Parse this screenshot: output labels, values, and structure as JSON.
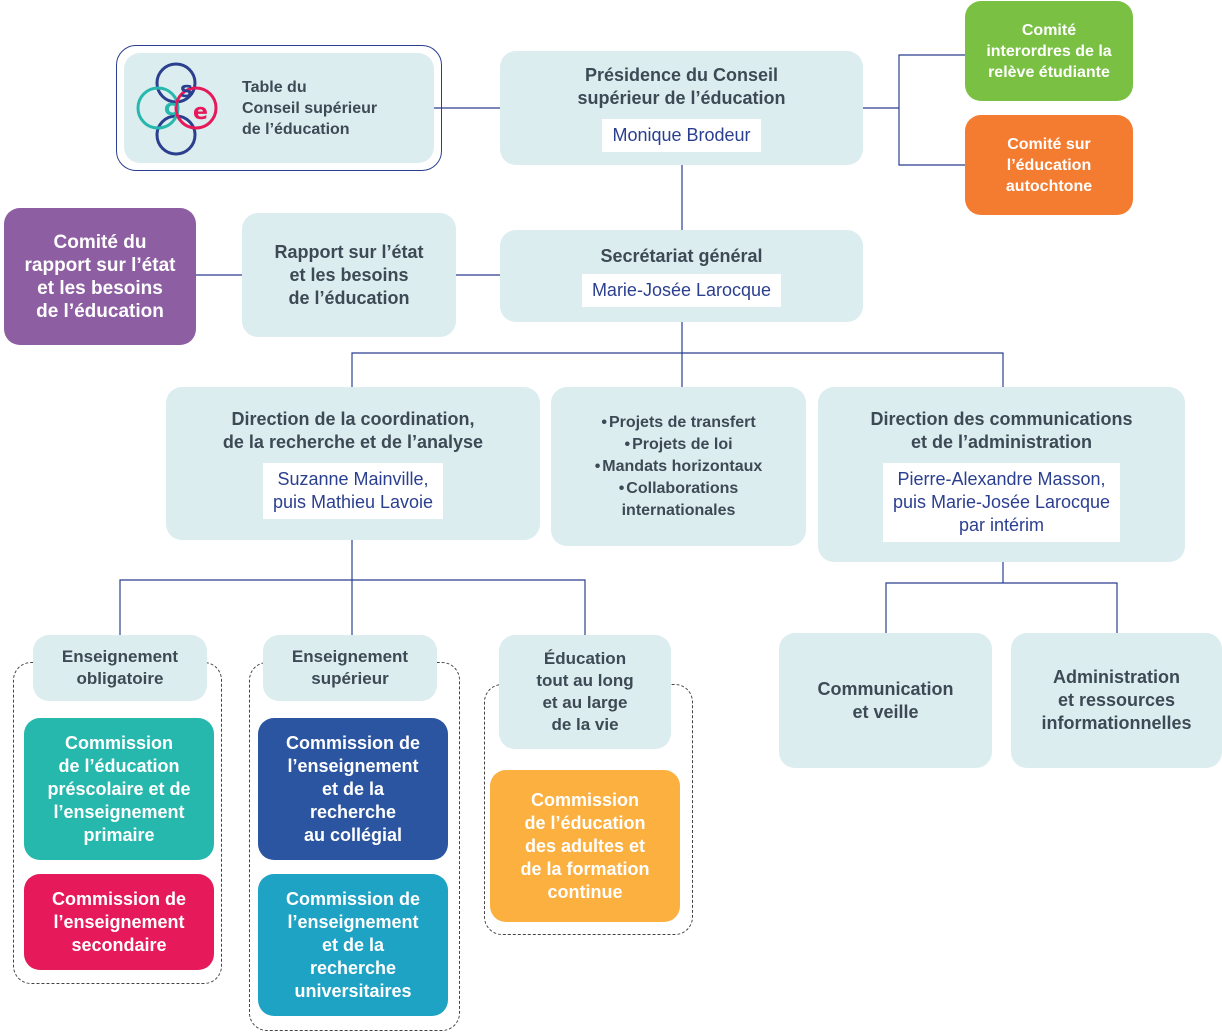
{
  "presidence": {
    "title": "Présidence du Conseil\nsupérieur de l’éducation",
    "name": "Monique Brodeur"
  },
  "table": {
    "title": "Table du\nConseil supérieur\nde l’éducation",
    "logo_letters": [
      "c",
      "s",
      "e"
    ]
  },
  "comite_releve": {
    "title": "Comité\ninterordres de la\nrelève étudiante",
    "color": "#7ac143"
  },
  "comite_autochtone": {
    "title": "Comité sur\nl’éducation\nautochtone",
    "color": "#f47c30"
  },
  "secretariat": {
    "title": "Secrétariat général",
    "name": "Marie-Josée Larocque"
  },
  "rapport": {
    "title": "Rapport sur l’état\net les besoins\nde l’éducation"
  },
  "comite_rapport": {
    "title": "Comité du\nrapport sur l’état\net les besoins\nde l’éducation",
    "color": "#8e5ea2"
  },
  "direction_coord": {
    "title": "Direction de la coordination,\nde la recherche et de l’analyse",
    "name": "Suzanne Mainville,\npuis Mathieu Lavoie"
  },
  "projets": {
    "items": [
      "Projets de transfert",
      "Projets de loi",
      "Mandats horizontaux",
      "Collaborations\ninternationales"
    ]
  },
  "direction_comm": {
    "title": "Direction des communications\net de l’administration",
    "name": "Pierre-Alexandre Masson,\npuis Marie-Josée Larocque\npar intérim"
  },
  "ens_obligatoire": {
    "title": "Enseignement\nobligatoire"
  },
  "ens_superieur": {
    "title": "Enseignement\nsupérieur"
  },
  "education_vie": {
    "title": "Éducation\ntout au long\net au large\nde la vie"
  },
  "commission_prescolaire": {
    "title": "Commission\nde l’éducation\npréscolaire et de\nl’enseignement\nprimaire",
    "color": "#27b8ad"
  },
  "commission_secondaire": {
    "title": "Commission de\nl’enseignement\nsecondaire",
    "color": "#e6195a"
  },
  "commission_collegial": {
    "title": "Commission de\nl’enseignement\net de la\nrecherche\nau collégial",
    "color": "#2b55a1"
  },
  "commission_universitaire": {
    "title": "Commission de\nl’enseignement\net de la\nrecherche\nuniversitaires",
    "color": "#1fa3c4"
  },
  "commission_adultes": {
    "title": "Commission\nde l’éducation\ndes adultes et\nde la formation\ncontinue",
    "color": "#fbb040"
  },
  "communication": {
    "title": "Communication\net veille"
  },
  "administration": {
    "title": "Administration\net ressources\ninformationnelles"
  }
}
